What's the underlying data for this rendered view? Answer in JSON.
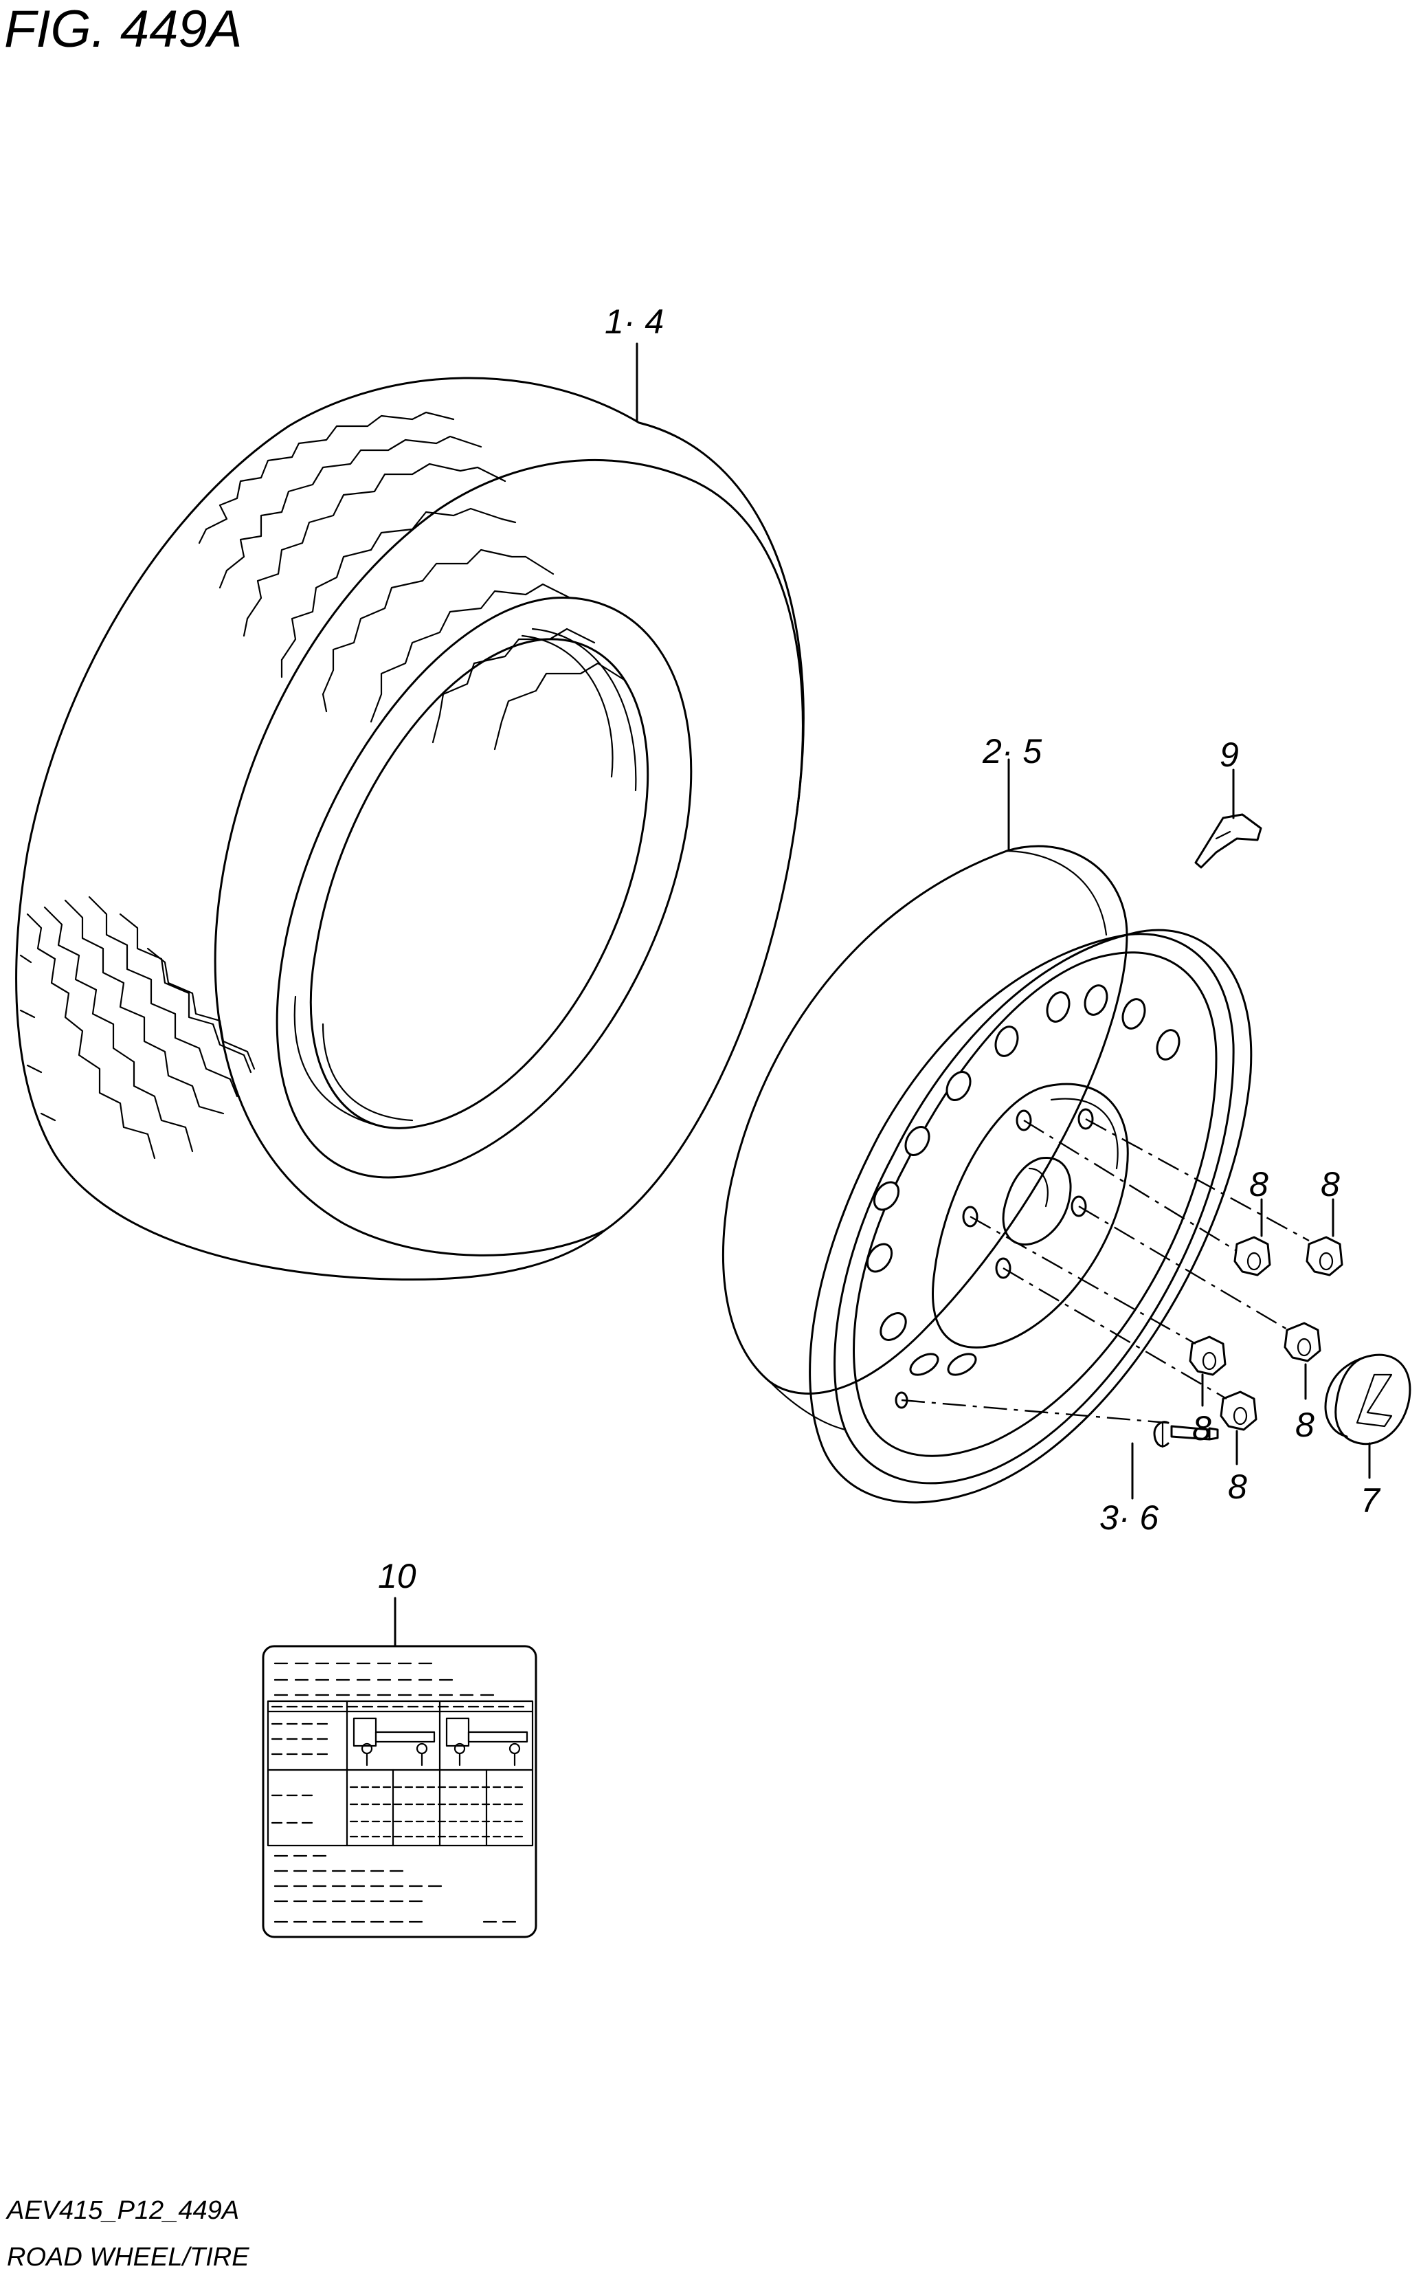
{
  "figure_title": "FIG. 449A",
  "footer": {
    "code": "AEV415_P12_449A",
    "caption": "ROAD WHEEL/TIRE"
  },
  "callouts": {
    "tire": "1· 4",
    "wheel": "2· 5",
    "valve": "3· 6",
    "cap": "7",
    "nut_a": "8",
    "nut_b": "8",
    "nut_c": "8",
    "nut_d": "8",
    "nut_e": "8",
    "weight": "9",
    "label": "10"
  }
}
